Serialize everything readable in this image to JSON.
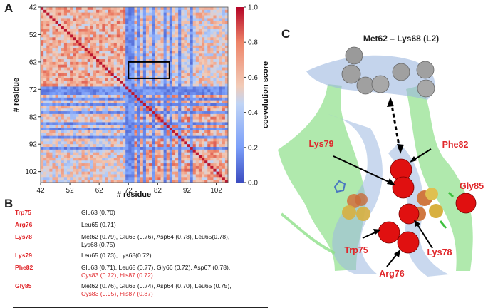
{
  "panels": {
    "a": "A",
    "b": "B",
    "c": "C"
  },
  "chart_data": {
    "type": "heatmap",
    "xlabel": "# residue",
    "ylabel": "# residue",
    "x_ticks": [
      "42",
      "52",
      "62",
      "72",
      "82",
      "92",
      "102"
    ],
    "y_ticks": [
      "42",
      "52",
      "62",
      "72",
      "82",
      "92",
      "102"
    ],
    "residue_range": [
      42,
      106
    ],
    "colorbar": {
      "label": "coevolution score",
      "ticks": [
        "1.0",
        "0.8",
        "0.6",
        "0.4",
        "0.2",
        "0.0"
      ],
      "range": [
        0.0,
        1.0
      ]
    },
    "colormap": [
      "#3b4cc0",
      "#7b9ff9",
      "#c0d4f5",
      "#f2cbb7",
      "#ee8468",
      "#b40426"
    ],
    "low_score_residues": [
      71,
      72,
      73,
      75,
      77,
      80,
      84,
      86,
      89,
      93
    ],
    "highlight_box": {
      "x_residues": [
        72,
        86
      ],
      "y_residues": [
        62,
        68
      ]
    }
  },
  "table": {
    "rows": [
      {
        "residue": "Trp75",
        "partners": [
          {
            "text": "Glu63 (0.70)",
            "red": false
          }
        ]
      },
      {
        "residue": "Arg76",
        "partners": [
          {
            "text": "Leu65 (0.71)",
            "red": false
          }
        ]
      },
      {
        "residue": "Lys78",
        "partners": [
          {
            "text": "Met62 (0.79), Glu63 (0.76), Asp64 (0.78), Leu65(0.78),",
            "red": false
          },
          {
            "text": "Lys68 (0.75)",
            "red": false
          }
        ]
      },
      {
        "residue": "Lys79",
        "partners": [
          {
            "text": "Leu65 (0.73), Lys68(0.72)",
            "red": false
          }
        ]
      },
      {
        "residue": "Phe82",
        "partners": [
          {
            "text": "Glu63 (0.71), Leu65 (0.77), Gly66 (0.72), Asp67 (0.78),",
            "red": false
          },
          {
            "text": "Cys83 (0.72), His87 (0.72)",
            "red": true
          }
        ]
      },
      {
        "residue": "Gly85",
        "partners": [
          {
            "text": "Met62 (0.76), Glu63 (0.74), Asp64 (0.70), Leu65 (0.75),",
            "red": false
          },
          {
            "text": "Cys83 (0.95), His87 (0.87)",
            "red": true
          }
        ]
      }
    ]
  },
  "structure": {
    "loop_label": "Met62 – Lys68 (L2)",
    "labels": {
      "lys79": "Lys79",
      "phe82": "Phe82",
      "gly85": "Gly85",
      "trp75": "Trp75",
      "lys78": "Lys78",
      "arg76": "Arg76"
    },
    "colors": {
      "helix_green": "#8fe08a",
      "helix_blue": "#9db8e0",
      "loop_sphere": "#9a9a9a",
      "residue_sphere": "#e01010",
      "metal_sphere": "#d8b040",
      "label_red": "#e0262a"
    }
  }
}
